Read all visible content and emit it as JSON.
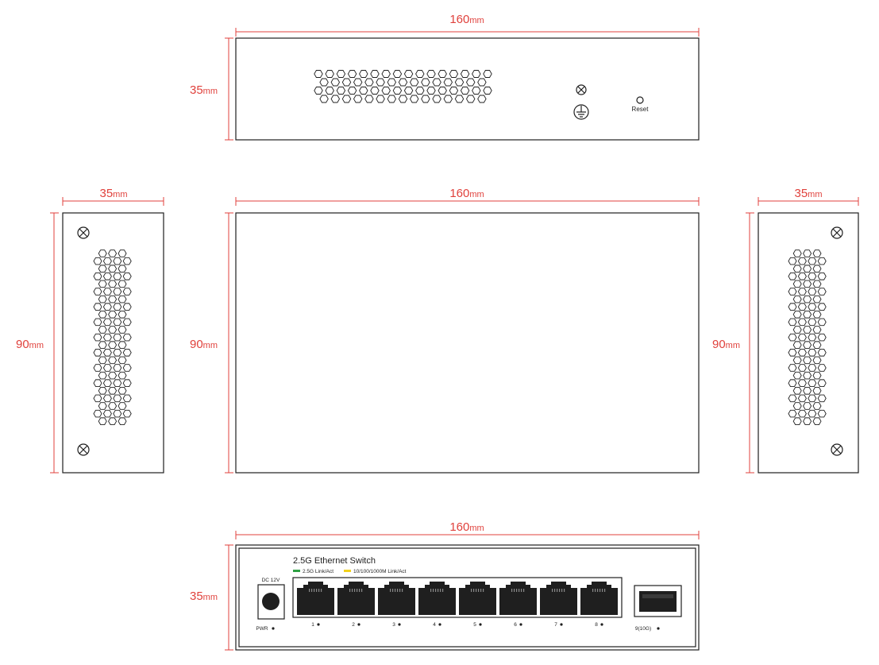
{
  "dimensions": {
    "top_width": "160",
    "top_height": "35",
    "left_width": "35",
    "left_height": "90",
    "main_width": "160",
    "main_height": "90",
    "right_width": "35",
    "right_height": "90",
    "front_width": "160",
    "front_height": "35",
    "unit": "mm"
  },
  "rear_panel": {
    "reset_label": "Reset"
  },
  "front_panel": {
    "title": "2.5G Ethernet Switch",
    "legend": [
      {
        "label": "2.5G Link/Act",
        "color": "#2ea043"
      },
      {
        "label": "10/100/1000M Link/Act",
        "color": "#f2d21b"
      }
    ],
    "dc_label": "DC 12V",
    "pwr_label": "PWR",
    "ports": [
      "1",
      "2",
      "3",
      "4",
      "5",
      "6",
      "7",
      "8"
    ],
    "sfp_label": "9(10G)"
  },
  "colors": {
    "dimension": "#e0413c",
    "outline": "#1f1f1f"
  }
}
